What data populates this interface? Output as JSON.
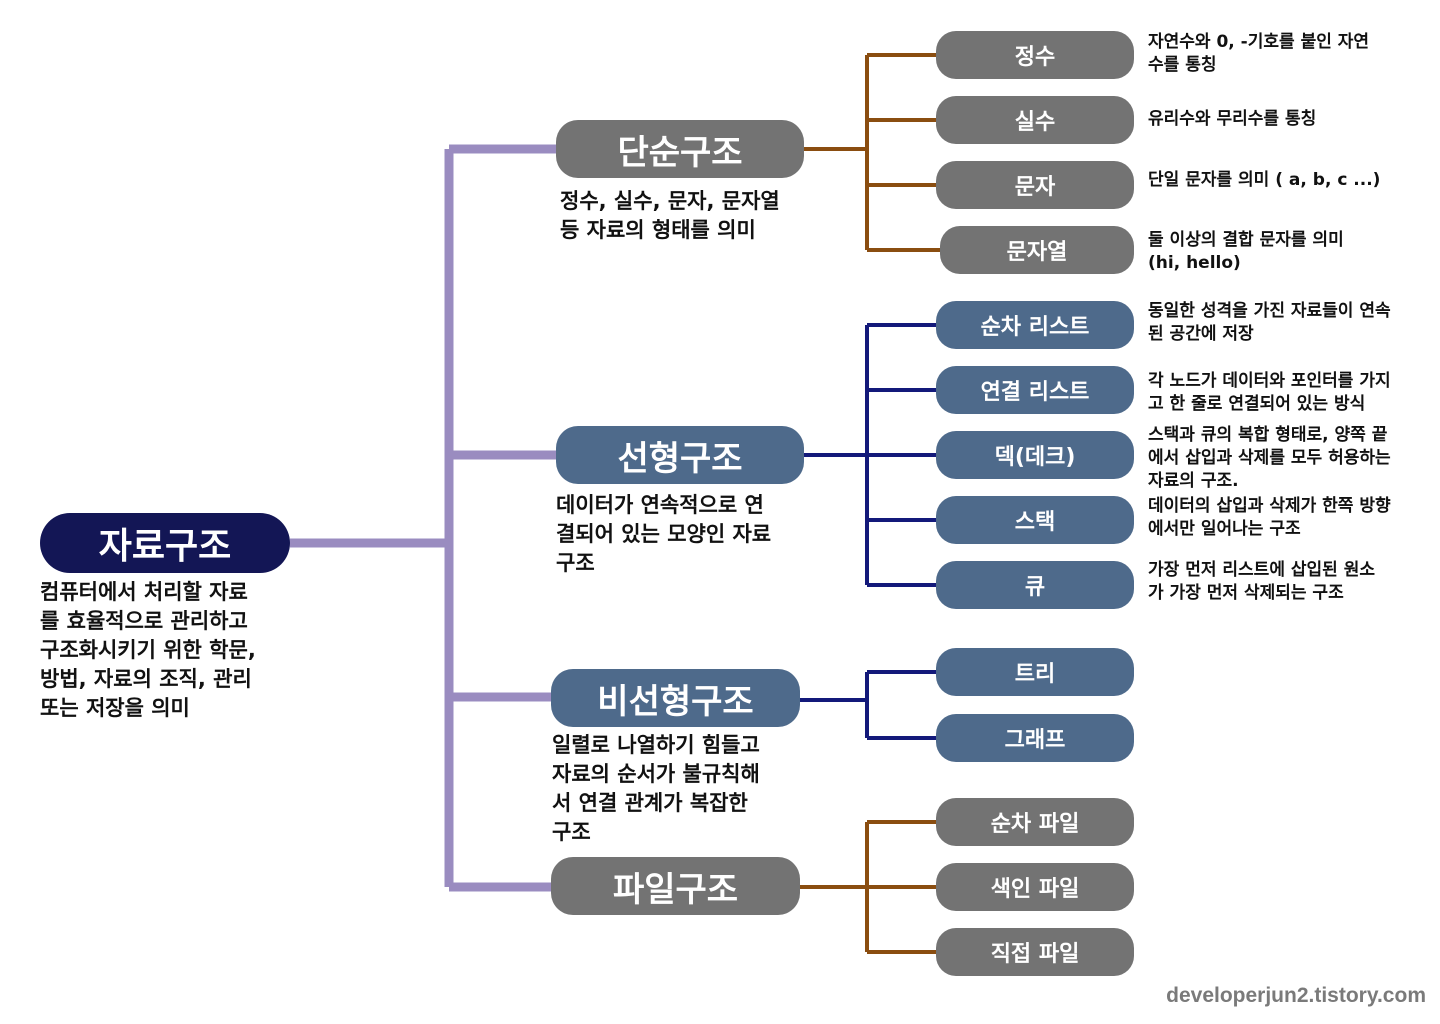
{
  "root": {
    "label": "자료구조",
    "desc": "컴퓨터에서 처리할 자료\n를 효율적으로 관리하고\n구조화시키기 위한 학문,\n방법, 자료의 조직, 관리\n또는 저장을 의미"
  },
  "branches": [
    {
      "label": "단순구조",
      "desc": "정수, 실수, 문자, 문자열\n등 자료의 형태를 의미",
      "children": [
        {
          "label": "정수",
          "desc": "자연수와 0, -기호를 붙인 자연\n수를 통칭"
        },
        {
          "label": "실수",
          "desc": "유리수와 무리수를 통칭"
        },
        {
          "label": "문자",
          "desc": "단일 문자를 의미 ( a, b, c ...)"
        },
        {
          "label": "문자열",
          "desc": "둘 이상의 결합 문자를 의미\n(hi, hello)"
        }
      ]
    },
    {
      "label": "선형구조",
      "desc": "데이터가 연속적으로 연\n결되어 있는 모양인 자료\n구조",
      "children": [
        {
          "label": "순차 리스트",
          "desc": "동일한 성격을 가진 자료들이 연속\n된 공간에 저장"
        },
        {
          "label": "연결 리스트",
          "desc": "각 노드가 데이터와 포인터를 가지\n고 한 줄로 연결되어 있는 방식"
        },
        {
          "label": "덱(데크)",
          "desc": "스택과 큐의 복합 형태로, 양쪽 끝\n에서 삽입과 삭제를 모두 허용하는\n자료의 구조."
        },
        {
          "label": "스택",
          "desc": "데이터의 삽입과 삭제가 한쪽 방향\n에서만 일어나는 구조"
        },
        {
          "label": "큐",
          "desc": "가장 먼저 리스트에 삽입된 원소\n가 가장 먼저 삭제되는 구조"
        }
      ]
    },
    {
      "label": "비선형구조",
      "desc": "일렬로 나열하기 힘들고\n자료의 순서가 불규칙해\n서 연결 관계가 복잡한\n구조",
      "children": [
        {
          "label": "트리",
          "desc": ""
        },
        {
          "label": "그래프",
          "desc": ""
        }
      ]
    },
    {
      "label": "파일구조",
      "desc": "",
      "children": [
        {
          "label": "순차 파일",
          "desc": ""
        },
        {
          "label": "색인 파일",
          "desc": ""
        },
        {
          "label": "직접 파일",
          "desc": ""
        }
      ]
    }
  ],
  "watermark": "developerjun2.tistory.com",
  "colors": {
    "root_fill": "#131655",
    "gray_fill": "#737373",
    "blue_fill": "#4e6a8b",
    "trunk_line": "#9a8cc0",
    "simple_file_line": "#8a4d10",
    "linear_line": "#13197a"
  }
}
